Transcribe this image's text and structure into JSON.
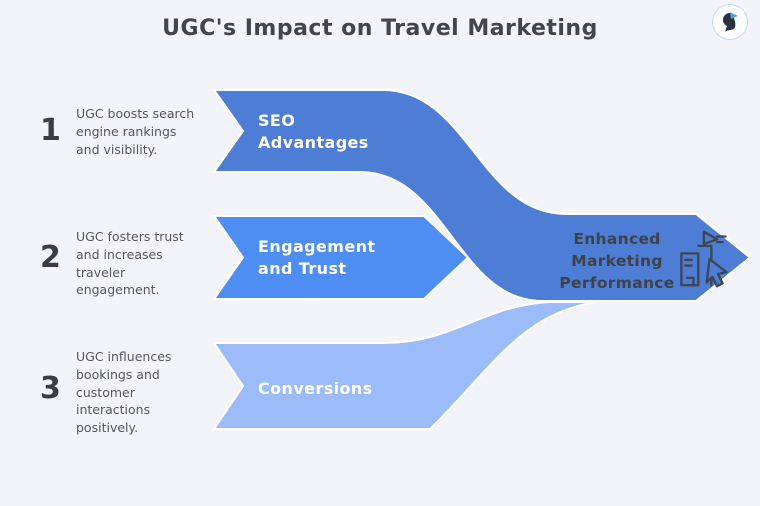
{
  "title": "UGC's Impact on Travel Marketing",
  "steps": [
    {
      "number": "1",
      "description": "UGC boosts search\nengine rankings\nand visibility."
    },
    {
      "number": "2",
      "description": "UGC fosters trust\nand increases\ntraveler\nengagement."
    },
    {
      "number": "3",
      "description": "UGC influences\nbookings and\ncustomer\ninteractions\npositively."
    }
  ],
  "bands": [
    {
      "label": "SEO\nAdvantages",
      "color": "#4E7DD6"
    },
    {
      "label": "Engagement\nand Trust",
      "color": "#4E8DF1"
    },
    {
      "label": "Conversions",
      "color": "#9BBCF8"
    }
  ],
  "result": {
    "label": "Enhanced\nMarketing\nPerformance",
    "color": "#4E7DD6",
    "icon": "buildings-cursor-icon"
  },
  "icons": {
    "logo": "hummingbird-logo-icon",
    "result": "buildings-cursor-icon"
  },
  "colors": {
    "background": "#F3F4F9",
    "title_text": "#42454B",
    "body_text": "#55575E",
    "band_label_text": "#FFFFFF",
    "result_text": "#3E4248",
    "separator": "#FFFFFF"
  }
}
